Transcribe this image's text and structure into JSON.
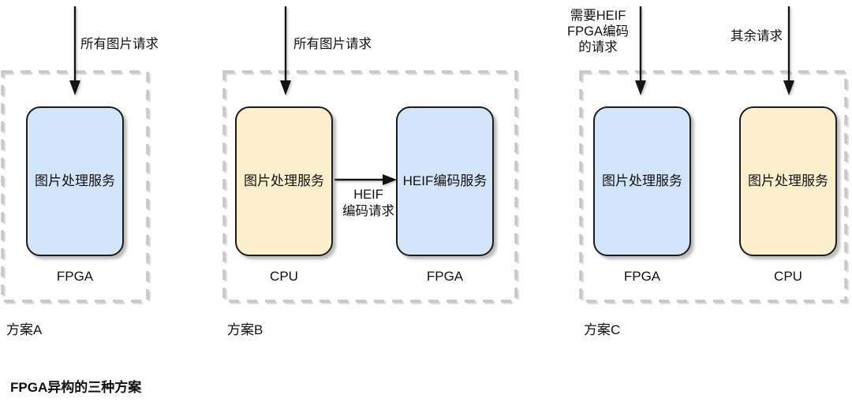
{
  "diagram": {
    "caption": "FPGA异构的三种方案",
    "plans": [
      {
        "label": "方案A",
        "flows": [
          {
            "label": "所有图片请求"
          }
        ],
        "nodes": [
          {
            "title": "图片处理服务",
            "platform": "FPGA"
          }
        ]
      },
      {
        "label": "方案B",
        "flows": [
          {
            "label": "所有图片请求"
          }
        ],
        "nodes": [
          {
            "title": "图片处理服务",
            "platform": "CPU"
          },
          {
            "title": "HEIF编码服务",
            "platform": "FPGA"
          }
        ],
        "edge_label": "HEIF\n编码请求"
      },
      {
        "label": "方案C",
        "flows": [
          {
            "label": "需要HEIF\nFPGA编码\n的请求"
          },
          {
            "label": "其余请求"
          }
        ],
        "nodes": [
          {
            "title": "图片处理服务",
            "platform": "FPGA"
          },
          {
            "title": "图片处理服务",
            "platform": "CPU"
          }
        ]
      }
    ],
    "colors": {
      "fpga_node_fill": "#d2e5fa",
      "cpu_node_fill": "#fcf0cc",
      "node_border": "#1c1c1c",
      "dashed_boundary": "#c7c7c7",
      "arrow": "#141414"
    }
  }
}
